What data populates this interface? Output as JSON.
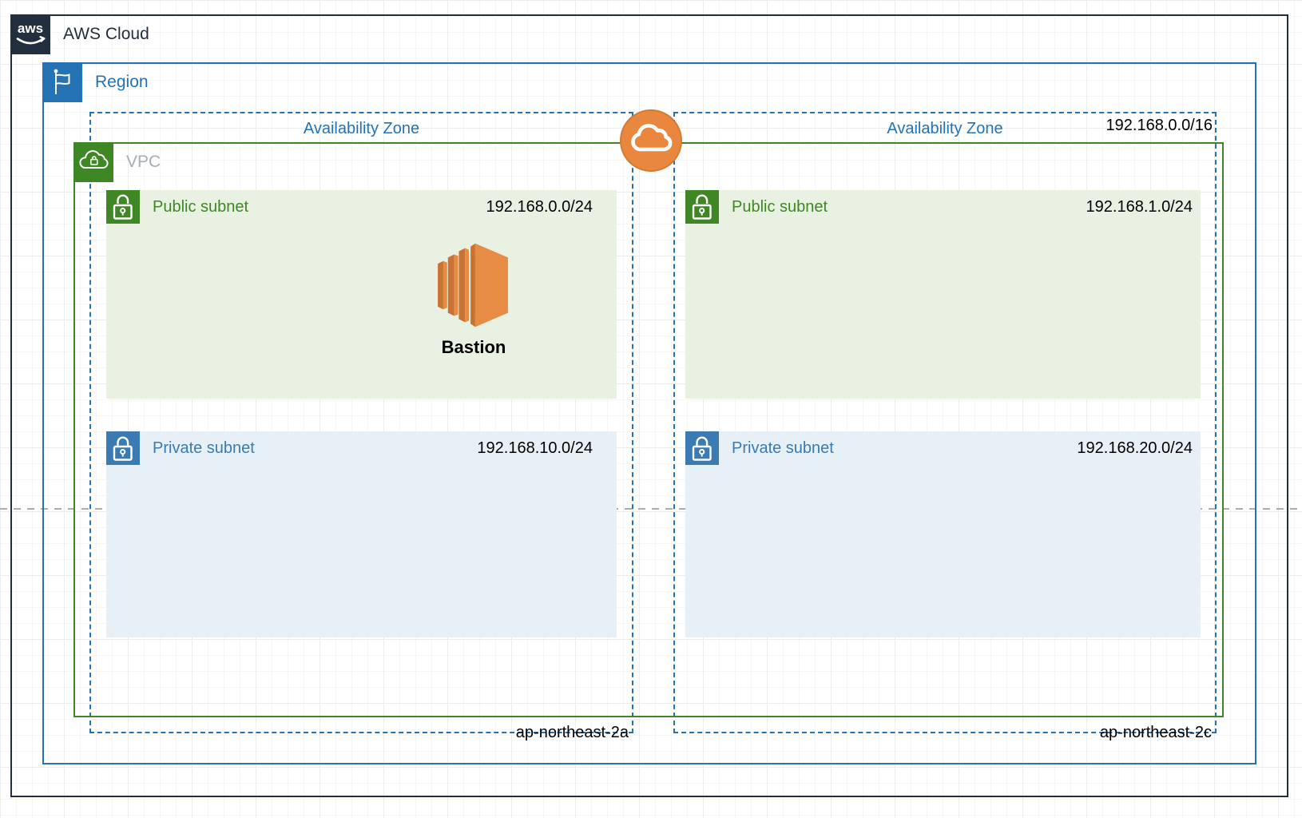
{
  "aws_cloud": {
    "label": "AWS Cloud",
    "logo_text": "aws"
  },
  "region": {
    "label": "Region"
  },
  "availability_zones": [
    {
      "label": "Availability Zone",
      "zone_name": "ap-northeast-2a"
    },
    {
      "label": "Availability Zone",
      "zone_name": "ap-northeast-2c"
    }
  ],
  "vpc": {
    "label": "VPC",
    "cidr": "192.168.0.0/16"
  },
  "subnets": [
    {
      "type": "public",
      "label": "Public subnet",
      "cidr": "192.168.0.0/24",
      "instances": [
        {
          "name": "Bastion",
          "icon": "ec2-instance-icon"
        }
      ]
    },
    {
      "type": "public",
      "label": "Public subnet",
      "cidr": "192.168.1.0/24",
      "instances": []
    },
    {
      "type": "private",
      "label": "Private subnet",
      "cidr": "192.168.10.0/24",
      "instances": []
    },
    {
      "type": "private",
      "label": "Private subnet",
      "cidr": "192.168.20.0/24",
      "instances": []
    }
  ],
  "gateway": {
    "icon": "internet-gateway-cloud-icon"
  },
  "icons": [
    "aws-logo-icon",
    "region-flag-icon",
    "vpc-icon",
    "public-subnet-lock-icon",
    "private-subnet-lock-icon",
    "ec2-instance-icon",
    "internet-gateway-cloud-icon"
  ],
  "colors": {
    "aws_dark": "#232F3E",
    "region_blue": "#2573B4",
    "vpc_green": "#3F8624",
    "public_subnet_green": "#3F8624",
    "public_subnet_bg": "#E9F2E2",
    "private_subnet_blue": "#3A7BB3",
    "private_subnet_bg": "#E7EFF7",
    "vpc_label_gray": "#A9AEB2",
    "gateway_orange": "#E8873D",
    "ec2_orange_light": "#E78C45",
    "ec2_orange_dark": "#C97231",
    "cidr_text": "#000000"
  }
}
